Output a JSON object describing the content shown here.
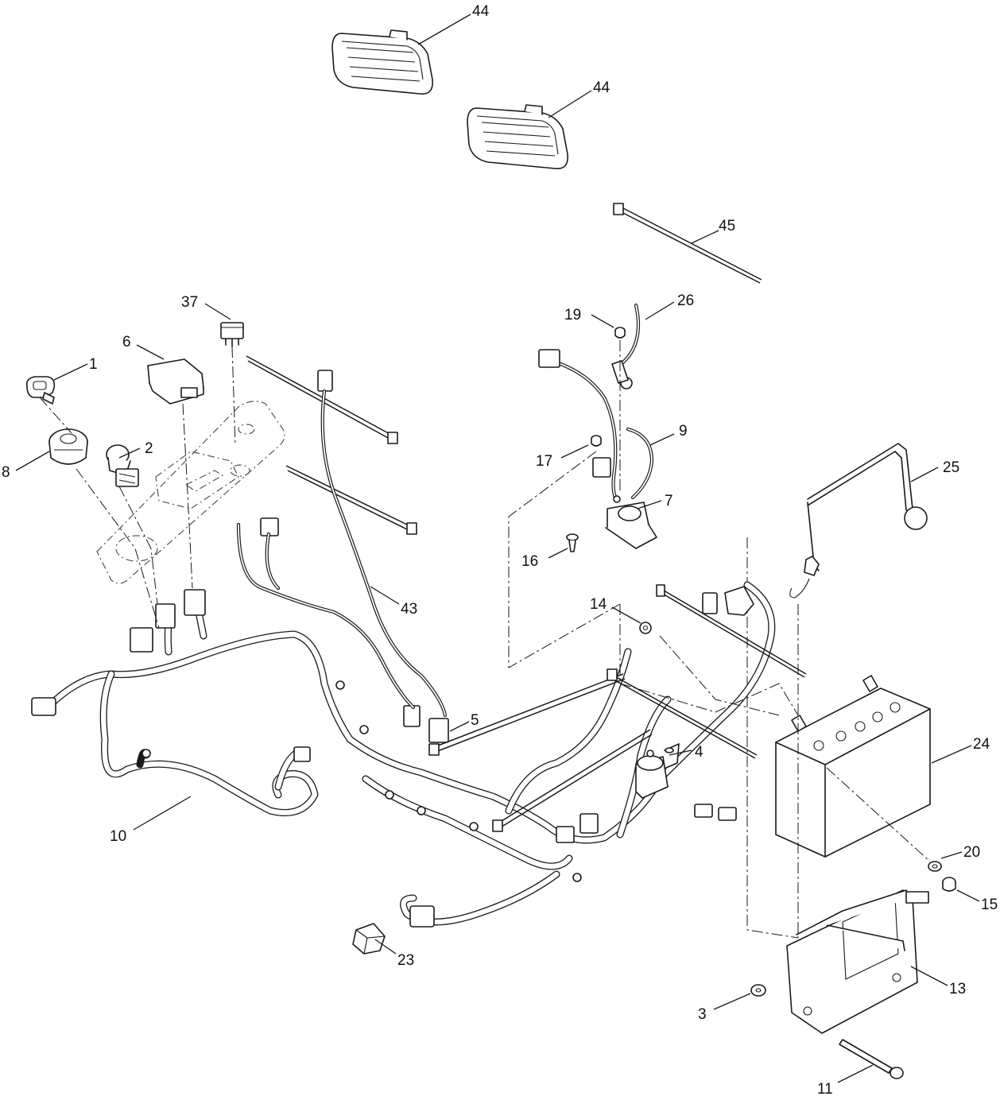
{
  "callouts": [
    {
      "id": "c44a",
      "label": "44"
    },
    {
      "id": "c44b",
      "label": "44"
    },
    {
      "id": "c45",
      "label": "45"
    },
    {
      "id": "c37",
      "label": "37"
    },
    {
      "id": "c6",
      "label": "6"
    },
    {
      "id": "c1",
      "label": "1"
    },
    {
      "id": "c2",
      "label": "2"
    },
    {
      "id": "c8",
      "label": "8"
    },
    {
      "id": "c19",
      "label": "19"
    },
    {
      "id": "c26",
      "label": "26"
    },
    {
      "id": "c9",
      "label": "9"
    },
    {
      "id": "c17",
      "label": "17"
    },
    {
      "id": "c7",
      "label": "7"
    },
    {
      "id": "c16",
      "label": "16"
    },
    {
      "id": "c25",
      "label": "25"
    },
    {
      "id": "c43",
      "label": "43"
    },
    {
      "id": "c14",
      "label": "14"
    },
    {
      "id": "c5",
      "label": "5"
    },
    {
      "id": "c4",
      "label": "4"
    },
    {
      "id": "c24",
      "label": "24"
    },
    {
      "id": "c10",
      "label": "10"
    },
    {
      "id": "c20",
      "label": "20"
    },
    {
      "id": "c15",
      "label": "15"
    },
    {
      "id": "c23",
      "label": "23"
    },
    {
      "id": "c13",
      "label": "13"
    },
    {
      "id": "c3",
      "label": "3"
    },
    {
      "id": "c11",
      "label": "11"
    }
  ]
}
